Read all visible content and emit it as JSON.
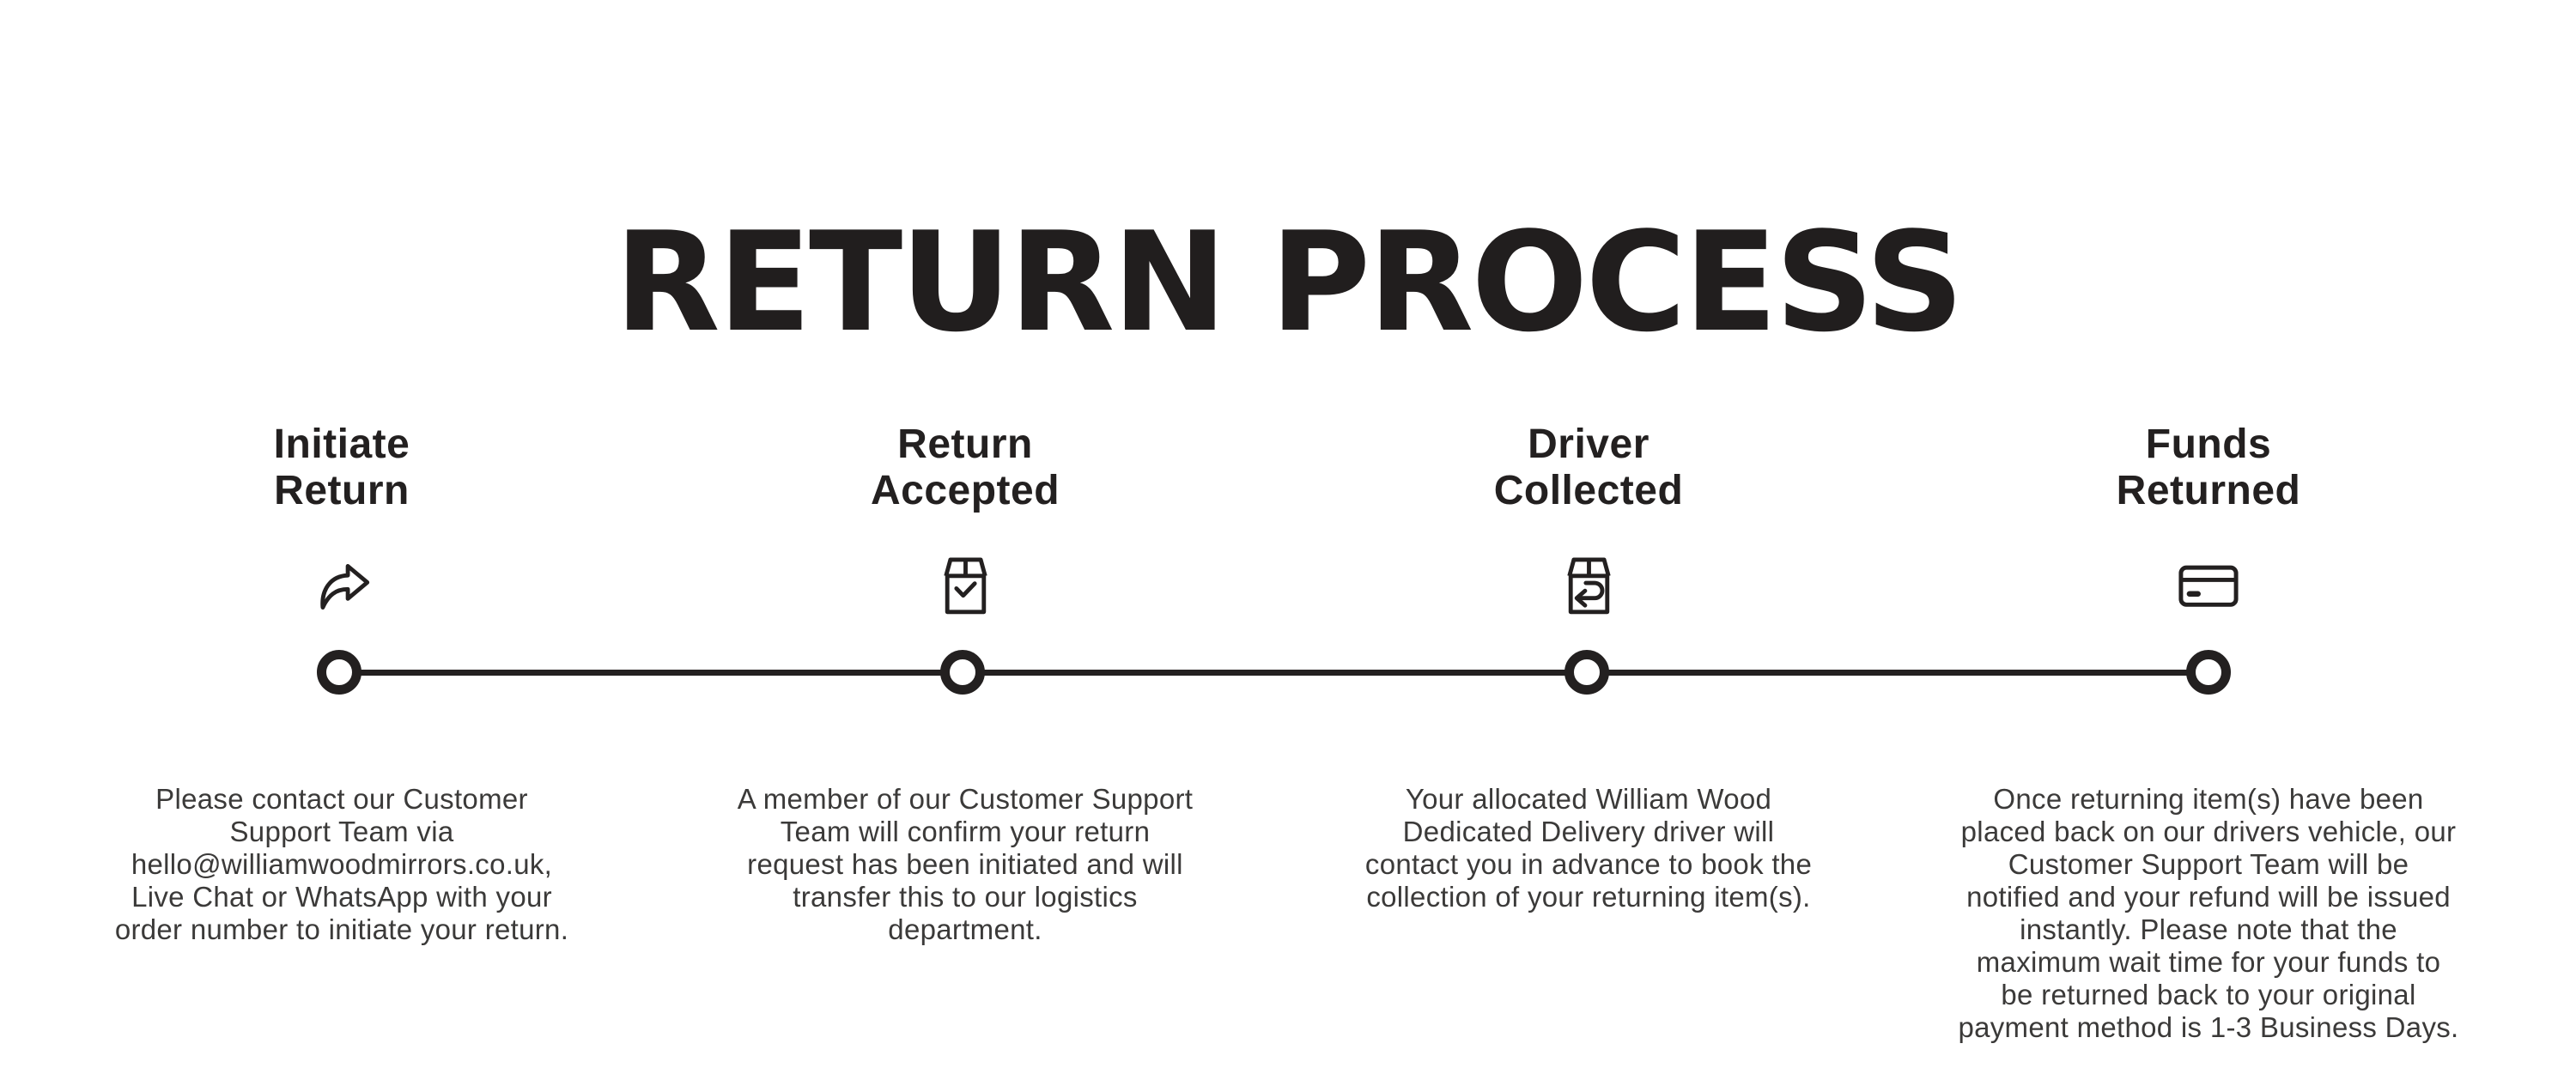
{
  "page": {
    "title_text": "RETURN PROCESS"
  },
  "colors": {
    "ink": "#232020",
    "body_text": "#3b3a39",
    "background": "#ffffff"
  },
  "timeline": {
    "node_count": 4
  },
  "steps": [
    {
      "id": "initiate-return",
      "title": "Initiate\nReturn",
      "icon": "share-arrow-icon",
      "description": "Please contact our Customer\nSupport Team via\nhello@williamwoodmirrors.co.uk,\nLive Chat or WhatsApp with your\norder number to initiate your return."
    },
    {
      "id": "return-accepted",
      "title": "Return\nAccepted",
      "icon": "box-check-icon",
      "description": "A member of our Customer Support\nTeam will confirm your return\nrequest has been initiated and will\ntransfer this to our logistics\ndepartment."
    },
    {
      "id": "driver-collected",
      "title": "Driver\nCollected",
      "icon": "box-return-arrow-icon",
      "description": "Your allocated William Wood\nDedicated Delivery driver will\ncontact you in advance to book the\ncollection of your returning item(s)."
    },
    {
      "id": "funds-returned",
      "title": "Funds\nReturned",
      "icon": "credit-card-icon",
      "description": "Once returning item(s) have been\nplaced back on our drivers vehicle, our\nCustomer Support Team will be\nnotified and your refund will be issued\ninstantly. Please note that the\nmaximum wait time for your funds to\nbe returned back to your original\npayment method is 1-3 Business Days."
    }
  ]
}
